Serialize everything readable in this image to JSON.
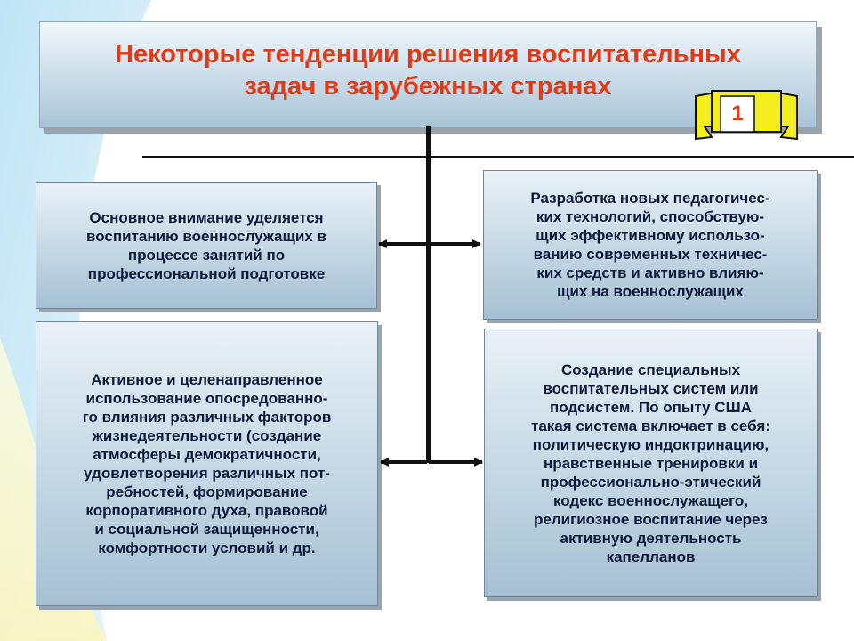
{
  "title": "Некоторые тенденции решения воспитательных\nзадач в зарубежных странах",
  "badge": {
    "number": "1",
    "ribbon_color": "#f5ee1f",
    "text_color": "#e03a16"
  },
  "colors": {
    "title": "#e03a16",
    "box_text": "#0d1b3a",
    "connector": "#111111"
  },
  "boxes": {
    "left_top": "Основное внимание уделяется\nвоспитанию военнослужащих в\nпроцессе занятий по\nпрофессиональной подготовке",
    "left_bottom": "Активное и целенаправленное\nиспользование опосредованно-\nго влияния различных факторов\nжизнедеятельности (создание\nатмосферы демократичности,\nудовлетворения различных пот-\nребностей, формирование\nкорпоративного духа, правовой\nи социальной защищенности,\nкомфортности  условий и др.",
    "right_top": "Разработка новых педагогичес-\nких технологий, способствую-\nщих эффективному использо-\nванию современных техничес-\nких средств и активно влияю-\nщих на военнослужащих",
    "right_bottom": "Создание специальных\nвоспитательных систем или\nподсистем. По опыту США\nтакая система включает в себя:\nполитическую индоктринацию,\nнравственные тренировки и\nпрофессионально-этический\nкодекс военнослужащего,\nрелигиозное воспитание через\nактивную деятельность\nкапелланов"
  }
}
